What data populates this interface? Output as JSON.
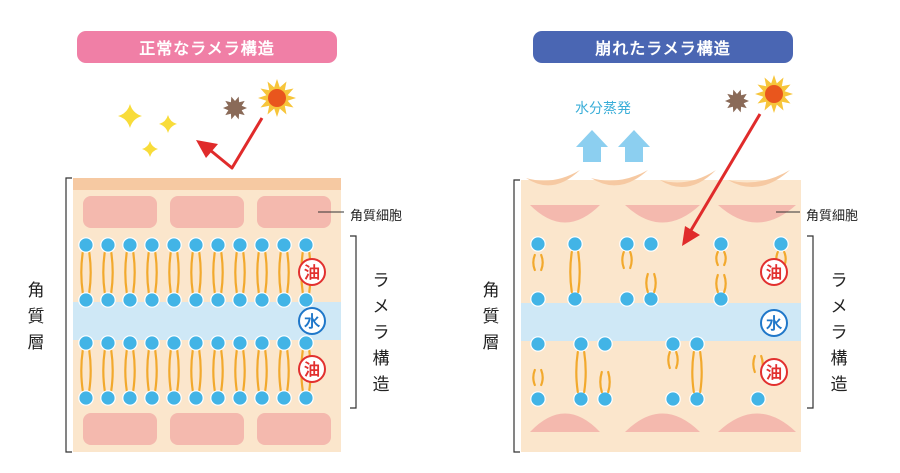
{
  "colors": {
    "normal_title_bg": "#f07fa6",
    "damaged_title_bg": "#4a66b3",
    "skin_bg": "#fbe6cc",
    "water_band": "#cfe8f6",
    "cell": "#f4b9ae",
    "top_layer": "#f6c9a2",
    "lipid_head": "#42b4e6",
    "lipid_tail": "#f2a92d",
    "oil_ring": "#e2302f",
    "water_ring": "#1f77c9",
    "arrow": "#e02b2b",
    "vapor": "#8ccff0"
  },
  "normal": {
    "title": "正常なラメラ構造",
    "side_label": "角質層",
    "cell_label": "角質細胞",
    "lamellar_label": "ラメラ構造",
    "oil_label": "油",
    "water_label": "水"
  },
  "damaged": {
    "title": "崩れたラメラ構造",
    "side_label": "角質層",
    "cell_label": "角質細胞",
    "lamellar_label": "ラメラ構造",
    "oil_label": "油",
    "water_label": "水",
    "vapor_label": "水分蒸発"
  }
}
